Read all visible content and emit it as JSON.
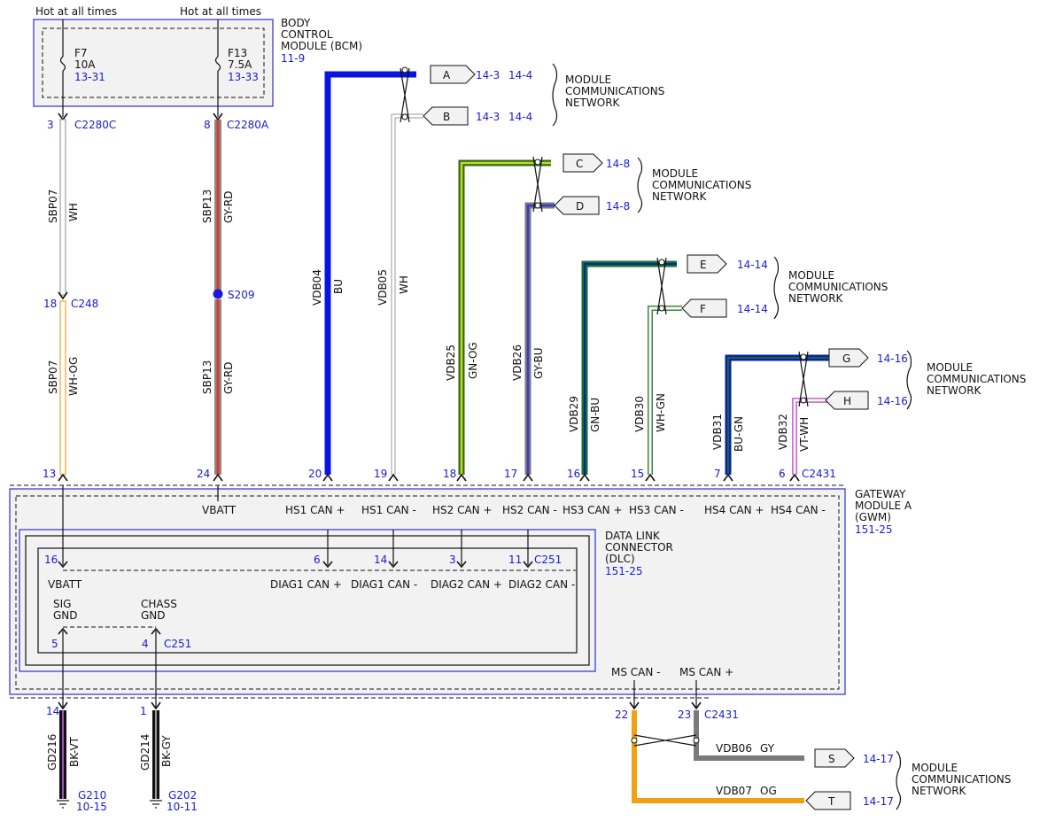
{
  "header": {
    "hot_left": "Hot at all times",
    "hot_right": "Hot at all times"
  },
  "bcm": {
    "name_lines": [
      "BODY",
      "CONTROL",
      "MODULE (BCM)"
    ],
    "ref": "11-9",
    "fuses": [
      {
        "id": "F7",
        "rating": "10A",
        "ref": "13-31"
      },
      {
        "id": "F13",
        "rating": "7.5A",
        "ref": "13-33"
      }
    ]
  },
  "bcm_pins": [
    {
      "pin": "3",
      "connector": "C2280C"
    },
    {
      "pin": "8",
      "connector": "C2280A"
    }
  ],
  "splice": {
    "id": "S209"
  },
  "c248": {
    "pin": "18",
    "connector": "C248"
  },
  "wires": {
    "sbp07_upper": {
      "circuit": "SBP07",
      "color": "WH",
      "hex": "#cfcfcf"
    },
    "sbp13_upper": {
      "circuit": "SBP13",
      "color": "GY-RD",
      "hex": "#c0392b"
    },
    "sbp07_lower": {
      "circuit": "SBP07",
      "color": "WH-OG",
      "hex": "#f0a030"
    },
    "sbp13_lower": {
      "circuit": "SBP13",
      "color": "GY-RD",
      "hex": "#c0392b"
    },
    "vdb04": {
      "circuit": "VDB04",
      "color": "BU",
      "hex": "#0a14e0"
    },
    "vdb05": {
      "circuit": "VDB05",
      "color": "WH",
      "hex": "#c8c8c8"
    },
    "vdb25": {
      "circuit": "VDB25",
      "color": "GN-OG",
      "hex": "#6aa01e"
    },
    "vdb26": {
      "circuit": "VDB26",
      "color": "GY-BU",
      "hex": "#6060c8"
    },
    "vdb29": {
      "circuit": "VDB29",
      "color": "GN-BU",
      "hex": "#1e7a3a"
    },
    "vdb30": {
      "circuit": "VDB30",
      "color": "WH-GN",
      "hex": "#7fc07f"
    },
    "vdb31": {
      "circuit": "VDB31",
      "color": "BU-GN",
      "hex": "#0a24b0"
    },
    "vdb32": {
      "circuit": "VDB32",
      "color": "VT-WH",
      "hex": "#d070d8"
    },
    "vdb06": {
      "circuit": "VDB06",
      "color": "GY",
      "hex": "#7a7a7a"
    },
    "vdb07": {
      "circuit": "VDB07",
      "color": "OG",
      "hex": "#f0a010"
    },
    "gd216": {
      "circuit": "GD216",
      "color": "BK-VT",
      "hex": "#111111"
    },
    "gd214": {
      "circuit": "GD214",
      "color": "BK-GY",
      "hex": "#111111"
    }
  },
  "network_refs": [
    {
      "letter": "A",
      "refs": [
        "14-3",
        "14-4"
      ]
    },
    {
      "letter": "B",
      "refs": [
        "14-3",
        "14-4"
      ]
    },
    {
      "letter": "C",
      "refs": [
        "14-8"
      ]
    },
    {
      "letter": "D",
      "refs": [
        "14-8"
      ]
    },
    {
      "letter": "E",
      "refs": [
        "14-14"
      ]
    },
    {
      "letter": "F",
      "refs": [
        "14-14"
      ]
    },
    {
      "letter": "G",
      "refs": [
        "14-16"
      ]
    },
    {
      "letter": "H",
      "refs": [
        "14-16"
      ]
    },
    {
      "letter": "S",
      "refs": [
        "14-17"
      ]
    },
    {
      "letter": "T",
      "refs": [
        "14-17"
      ]
    }
  ],
  "network_label_lines": [
    "MODULE",
    "COMMUNICATIONS",
    "NETWORK"
  ],
  "gwm": {
    "name_lines": [
      "GATEWAY",
      "MODULE A",
      "(GWM)"
    ],
    "ref": "151-25",
    "connector": "C2431",
    "top_pins": [
      "13",
      "24",
      "20",
      "19",
      "18",
      "17",
      "16",
      "15",
      "7",
      "6"
    ],
    "signals": [
      "VBATT",
      "HS1 CAN +",
      "HS1 CAN -",
      "HS2 CAN +",
      "HS2 CAN -",
      "HS3 CAN +",
      "HS3 CAN -",
      "HS4 CAN +",
      "HS4 CAN -"
    ],
    "ms_signals": [
      "MS CAN -",
      "MS CAN +"
    ],
    "ms_pins": [
      "22",
      "23"
    ],
    "bottom_pins": [
      "14",
      "1"
    ]
  },
  "dlc": {
    "name_lines": [
      "DATA LINK",
      "CONNECTOR",
      "(DLC)"
    ],
    "ref": "151-25",
    "connector": "C251",
    "pins": [
      "16",
      "6",
      "14",
      "3",
      "11"
    ],
    "signals": [
      "VBATT",
      "DIAG1 CAN +",
      "DIAG1 CAN -",
      "DIAG2 CAN +",
      "DIAG2 CAN -"
    ],
    "gnd_lines": [
      [
        "SIG",
        "GND"
      ],
      [
        "CHASS",
        "GND"
      ]
    ],
    "gnd_pins": [
      "5",
      "4"
    ]
  },
  "grounds": [
    {
      "id": "G210",
      "ref": "10-15"
    },
    {
      "id": "G202",
      "ref": "10-11"
    }
  ]
}
